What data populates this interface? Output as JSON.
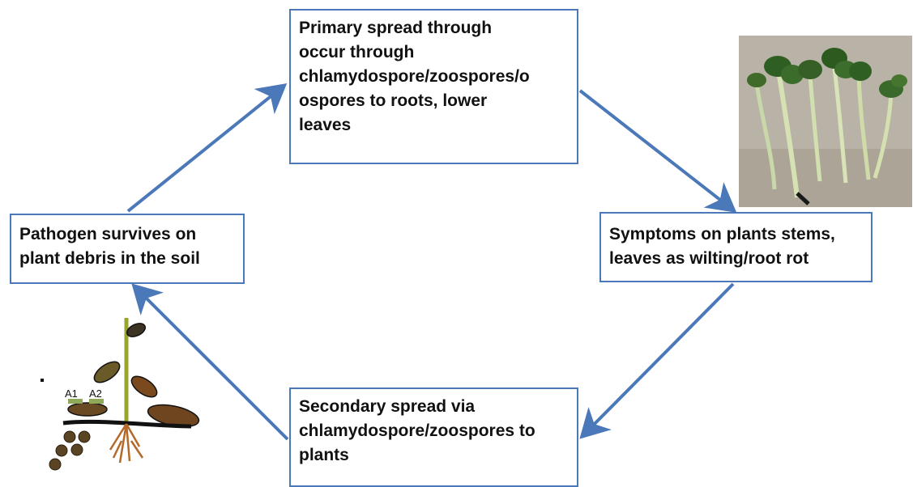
{
  "boxes": {
    "primary": [
      "Primary spread through",
      "occur through",
      "chlamydospore/zoospores/o",
      "ospores to roots, lower",
      "leaves"
    ],
    "symptoms": [
      "Symptoms on plants stems,",
      "leaves as wilting/root rot"
    ],
    "secondary": [
      "Secondary spread  via",
      "chlamydospore/zoospores to",
      "plants"
    ],
    "pathogen": [
      "Pathogen survives on",
      "plant debris in the soil"
    ]
  },
  "illustration": {
    "labels": [
      "A1",
      "A2"
    ]
  },
  "colors": {
    "arrow": "#4a78b8",
    "box_border": "#4a78b8"
  }
}
